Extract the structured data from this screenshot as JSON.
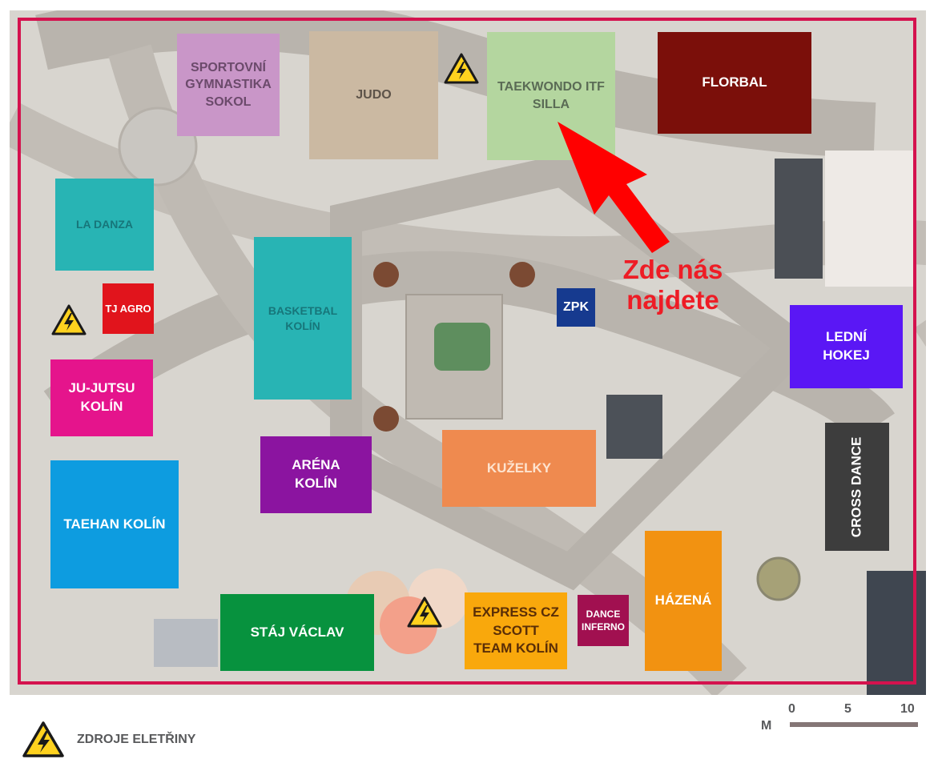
{
  "map": {
    "blocks": [
      {
        "id": "sportovni-gymnastika",
        "label": "SPORTOVNÍ\nGYMNASTIKA\nSOKOL",
        "color": "#c996c8",
        "text_color": "#6b4a6b"
      },
      {
        "id": "judo",
        "label": "JUDO",
        "color": "#cbb9a2",
        "text_color": "#5d5349"
      },
      {
        "id": "taekwondo",
        "label": "TAEKWONDO ITF\nSILLA",
        "color": "#b4d69f",
        "text_color": "#5a6b55"
      },
      {
        "id": "florbal",
        "label": "FLORBAL",
        "color": "#7b0f0a",
        "text_color": "#ffffff"
      },
      {
        "id": "la-danza",
        "label": "LA DANZA",
        "color": "#28b4b4",
        "text_color": "#17767a"
      },
      {
        "id": "basketbal",
        "label": "BASKETBAL\nKOLÍN",
        "color": "#28b4b4",
        "text_color": "#17767a"
      },
      {
        "id": "tj-agro",
        "label": "TJ AGRO",
        "color": "#e1141c",
        "text_color": "#ffffff"
      },
      {
        "id": "zpk",
        "label": "ZPK",
        "color": "#163a8f",
        "text_color": "#ffffff"
      },
      {
        "id": "ledni-hokej",
        "label": "LEDNÍ\nHOKEJ",
        "color": "#5a17f5",
        "text_color": "#ffffff"
      },
      {
        "id": "ju-jutsu",
        "label": "JU-JUTSU\nKOLÍN",
        "color": "#e5148c",
        "text_color": "#ffffff"
      },
      {
        "id": "arena",
        "label": "ARÉNA\nKOLÍN",
        "color": "#8b14a0",
        "text_color": "#ffffff"
      },
      {
        "id": "kuzelky",
        "label": "KUŽELKY",
        "color": "#ef8a4f",
        "text_color": "#fde3cf"
      },
      {
        "id": "cross-dance",
        "label": "CROSS DANCE",
        "color": "#3d3d3d",
        "text_color": "#ffffff"
      },
      {
        "id": "taehan",
        "label": "TAEHAN KOLÍN",
        "color": "#0d9ce0",
        "text_color": "#ffffff"
      },
      {
        "id": "hazena",
        "label": "HÁZENÁ",
        "color": "#f29211",
        "text_color": "#ffffff"
      },
      {
        "id": "staj-vaclav",
        "label": "STÁJ VÁCLAV",
        "color": "#07923e",
        "text_color": "#ffffff"
      },
      {
        "id": "express-cz",
        "label": "EXPRESS CZ\nSCOTT\nTEAM KOLÍN",
        "color": "#f9a80c",
        "text_color": "#5a2e07"
      },
      {
        "id": "dance-inferno",
        "label": "DANCE\nINFERNO",
        "color": "#a11050",
        "text_color": "#ffffff"
      }
    ],
    "hazards": [
      {
        "id": "hazard-judo-taekwondo"
      },
      {
        "id": "hazard-left"
      },
      {
        "id": "hazard-bottom"
      }
    ],
    "callout": {
      "text": "Zde nás\nnajdete",
      "color": "#ee1c25"
    },
    "border_color": "#d4124e"
  },
  "legend": {
    "label": "ZDROJE ELETŘINY"
  },
  "scale": {
    "unit": "M",
    "ticks": [
      "0",
      "5",
      "10"
    ]
  }
}
